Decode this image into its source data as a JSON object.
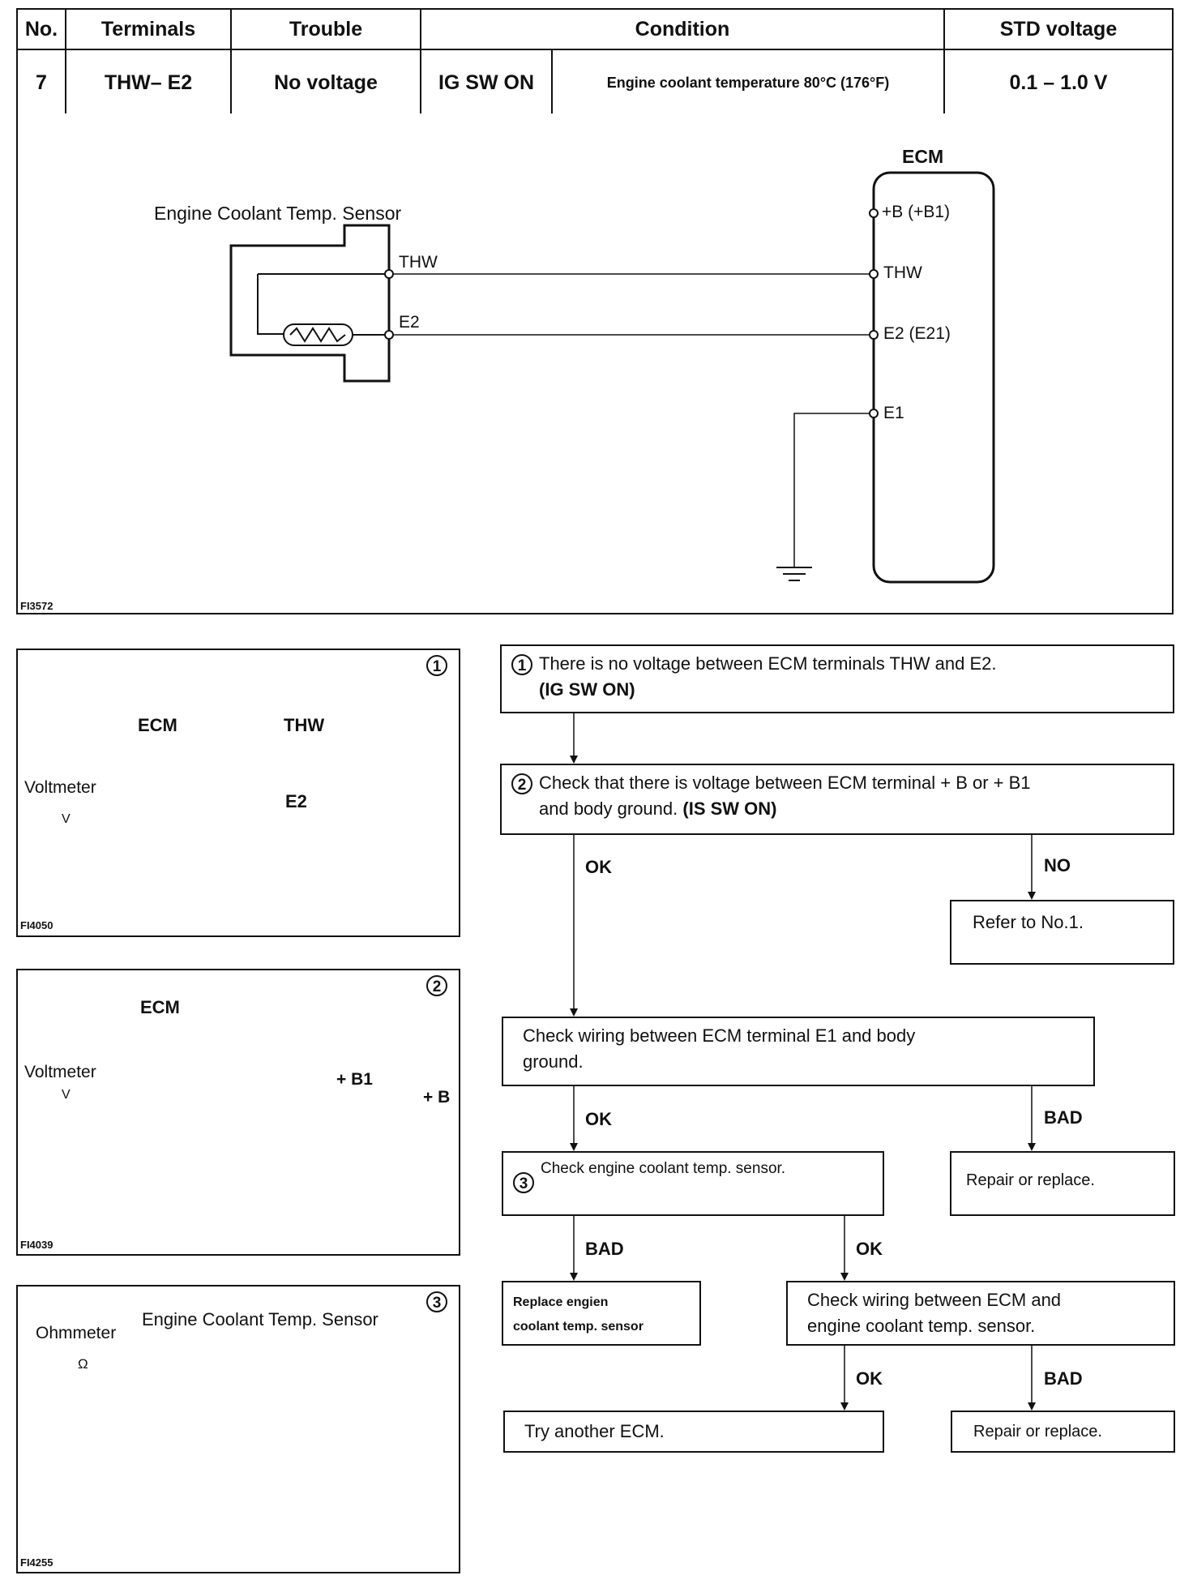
{
  "spec_table": {
    "headers": [
      "No.",
      "Terminals",
      "Trouble",
      "Condition",
      "STD voltage"
    ],
    "row": {
      "no": "7",
      "terminals": "THW– E2",
      "trouble": "No voltage",
      "condition_switch": "IG SW ON",
      "condition_detail": "Engine coolant temperature 80°C (176°F)",
      "std_voltage": "0.1 – 1.0 V"
    }
  },
  "circuit": {
    "sensor_label": "Engine Coolant Temp. Sensor",
    "ecm_label": "ECM",
    "sensor_pins": [
      "THW",
      "E2"
    ],
    "ecm_pins": [
      "+B (+B1)",
      "THW",
      "E2 (E21)",
      "E1"
    ],
    "figure_code": "FI3572"
  },
  "illustrations": [
    {
      "number": "1",
      "meter": "Voltmeter",
      "meter_symbol": "V",
      "labels": [
        "ECM",
        "THW",
        "E2"
      ],
      "figure_code": "FI4050"
    },
    {
      "number": "2",
      "meter": "Voltmeter",
      "meter_symbol": "V",
      "labels": [
        "ECM",
        "+ B1",
        "+ B"
      ],
      "figure_code": "FI4039"
    },
    {
      "number": "3",
      "meter": "Ohmmeter",
      "meter_symbol": "Ω",
      "labels": [
        "Engine Coolant Temp. Sensor"
      ],
      "figure_code": "FI4255"
    }
  ],
  "flowchart": {
    "step1": {
      "number": "1",
      "line1": "There is no voltage between ECM terminals THW and E2.",
      "line2": "(IG SW ON)"
    },
    "step2": {
      "number": "2",
      "line1": "Check that there is voltage  between ECM terminal + B or + B1",
      "line2": "and body ground.",
      "line2_bold": "(IS SW ON)"
    },
    "refer": "Refer to No.1.",
    "check_e1": {
      "line1": "Check wiring between ECM terminal E1 and body",
      "line2": "ground."
    },
    "step3": {
      "number": "3",
      "text": "Check engine coolant temp. sensor."
    },
    "repair1": "Repair or replace.",
    "replace_sensor": {
      "line1": "Replace engien",
      "line2": "coolant temp. sensor"
    },
    "check_wiring": {
      "line1": "Check wiring between ECM and",
      "line2": "engine coolant temp. sensor."
    },
    "try_ecm": "Try another ECM.",
    "repair2": "Repair or replace.",
    "labels": {
      "ok": "OK",
      "no": "NO",
      "bad": "BAD"
    }
  }
}
